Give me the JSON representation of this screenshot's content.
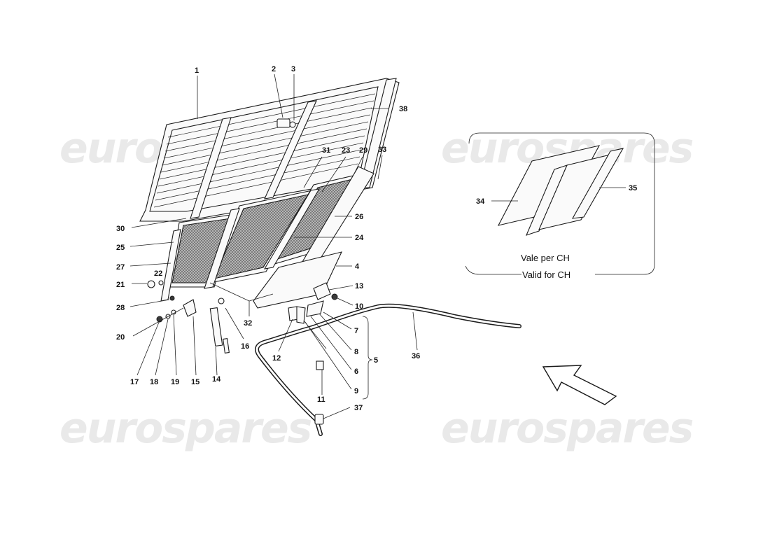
{
  "watermark": {
    "text": "eurospares"
  },
  "callouts": {
    "c1": "1",
    "c2": "2",
    "c3": "3",
    "c4": "4",
    "c5": "5",
    "c6": "6",
    "c7": "7",
    "c8": "8",
    "c9": "9",
    "c10": "10",
    "c11": "11",
    "c12": "12",
    "c13": "13",
    "c14": "14",
    "c15": "15",
    "c16": "16",
    "c17": "17",
    "c18": "18",
    "c19": "19",
    "c20": "20",
    "c21": "21",
    "c22": "22",
    "c23": "23",
    "c24": "24",
    "c25": "25",
    "c26": "26",
    "c27": "27",
    "c28": "28",
    "c29": "29",
    "c30": "30",
    "c31": "31",
    "c32": "32",
    "c33": "33",
    "c34": "34",
    "c35": "35",
    "c36": "36",
    "c37": "37",
    "c38": "38"
  },
  "inset": {
    "line1": "Vale per CH",
    "line2": "Valid for CH"
  },
  "icons": {
    "direction": "arrow-icon"
  }
}
